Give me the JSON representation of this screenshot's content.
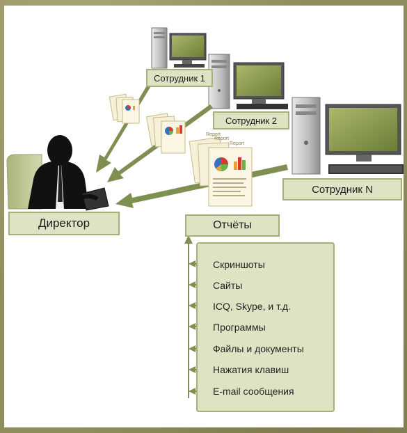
{
  "employees": [
    "Сотрудник 1",
    "Сотрудник 2",
    "Сотрудник N"
  ],
  "director": "Директор",
  "reports": "Отчёты",
  "report_doc_label": "Report",
  "report_items": [
    "Скриншоты",
    "Сайты",
    "ICQ, Skype, и т.д.",
    "Программы",
    "Файлы и документы",
    "Нажатия клавиш",
    "E-mail сообщения"
  ],
  "colors": {
    "arrow": "#7f8f52",
    "box_fill": "#dfe3c4",
    "box_border": "#a7ae7e",
    "monitor_screen": "#8a9a4e",
    "tower": "#c9c9c9"
  }
}
